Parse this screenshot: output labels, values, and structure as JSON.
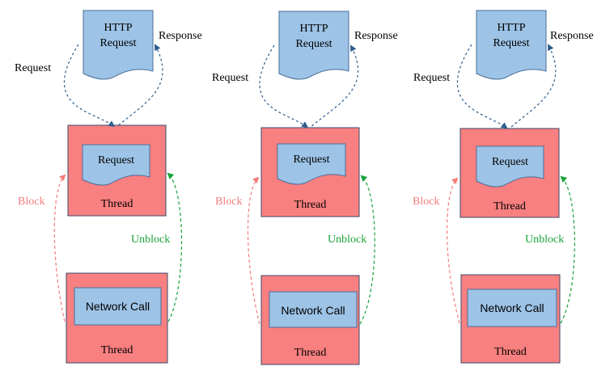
{
  "labels": {
    "http_request": [
      "HTTP",
      "Request"
    ],
    "request_edge": "Request",
    "response_edge": "Response",
    "inner_request": "Request",
    "thread": "Thread",
    "network_call": "Network Call",
    "block": "Block",
    "unblock": "Unblock"
  },
  "colors": {
    "document_fill": "#9dc3e6",
    "document_stroke": "#4a6e9a",
    "thread_fill": "#f98080",
    "thread_stroke": "#3b4a6b",
    "request_arrow": "#2f5e8e",
    "block_arrow": "#f47c7c",
    "unblock_arrow": "#19a33a"
  },
  "panels": [
    {
      "id": "panel-1"
    },
    {
      "id": "panel-2"
    },
    {
      "id": "panel-3"
    }
  ]
}
